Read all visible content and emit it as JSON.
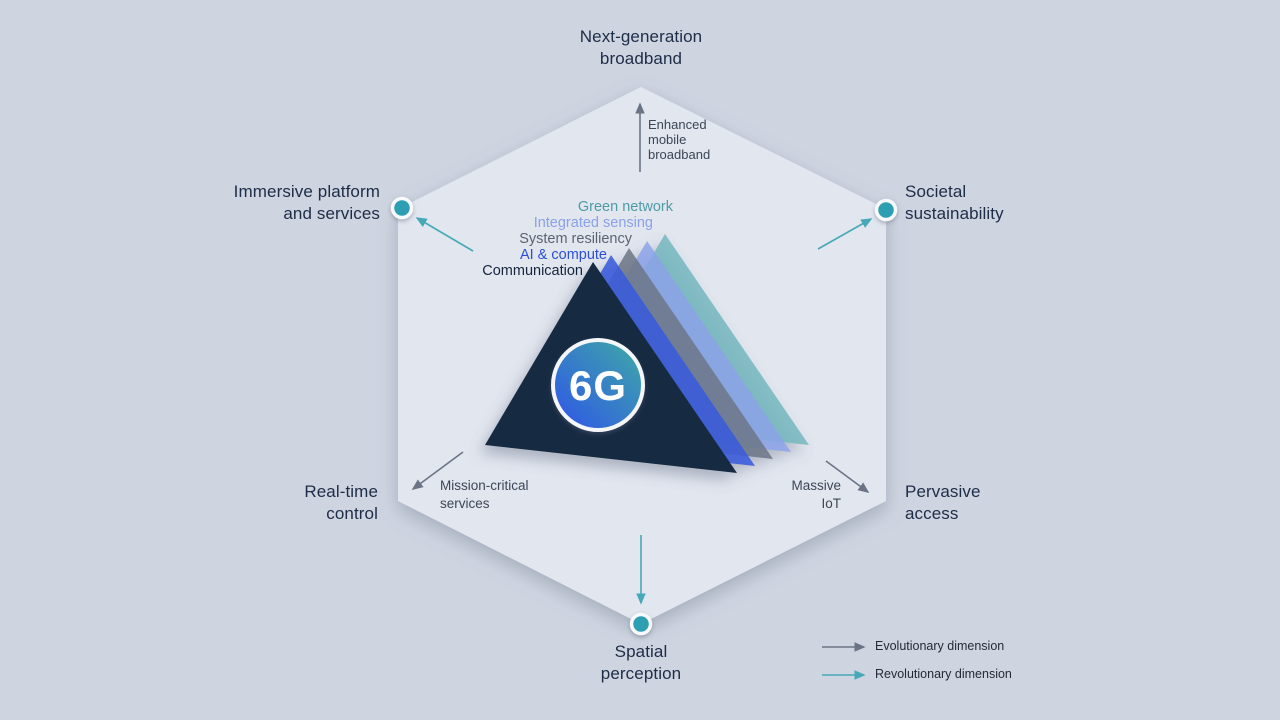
{
  "title": "6G capability hexagon",
  "badge": {
    "label": "6G"
  },
  "colors": {
    "background": "#CED4E0",
    "hexagon_fill": "#E2E6EF",
    "evolutionary": "#6B7486",
    "revolutionary": "#47A8B8",
    "node_dot": "#2E9FB3",
    "badge_gradient_start": "#2E53E8",
    "badge_gradient_end": "#3FABA6",
    "outer_label_text": "#1D2C47",
    "inner_label_text": "#3C4656"
  },
  "outer_labels": {
    "top": "Next-generation\nbroadband",
    "top_left": "Immersive platform\nand services",
    "top_right": "Societal\nsustainability",
    "bottom_left": "Real-time\ncontrol",
    "bottom_right": "Pervasive\naccess",
    "bottom": "Spatial\nperception"
  },
  "inner_labels": {
    "top": "Enhanced\nmobile\nbroadband",
    "bottom_left": "Mission-critical\nservices",
    "bottom_right": "Massive\nIoT"
  },
  "layers": [
    {
      "label": "Green network",
      "text_color": "#4C9CA7",
      "fill": "#74B6BE"
    },
    {
      "label": "Integrated sensing",
      "text_color": "#8BA1E8",
      "fill": "#8CA3E8"
    },
    {
      "label": "System resiliency",
      "text_color": "#5B6372",
      "fill": "#6B7586"
    },
    {
      "label": "AI & compute",
      "text_color": "#2B50D5",
      "fill": "#3A5BDC"
    },
    {
      "label": "Communication",
      "text_color": "#16253E",
      "fill": "#152A42"
    }
  ],
  "legend": [
    {
      "label": "Evolutionary dimension",
      "color": "#6B7486"
    },
    {
      "label": "Revolutionary dimension",
      "color": "#47A8B8"
    }
  ]
}
